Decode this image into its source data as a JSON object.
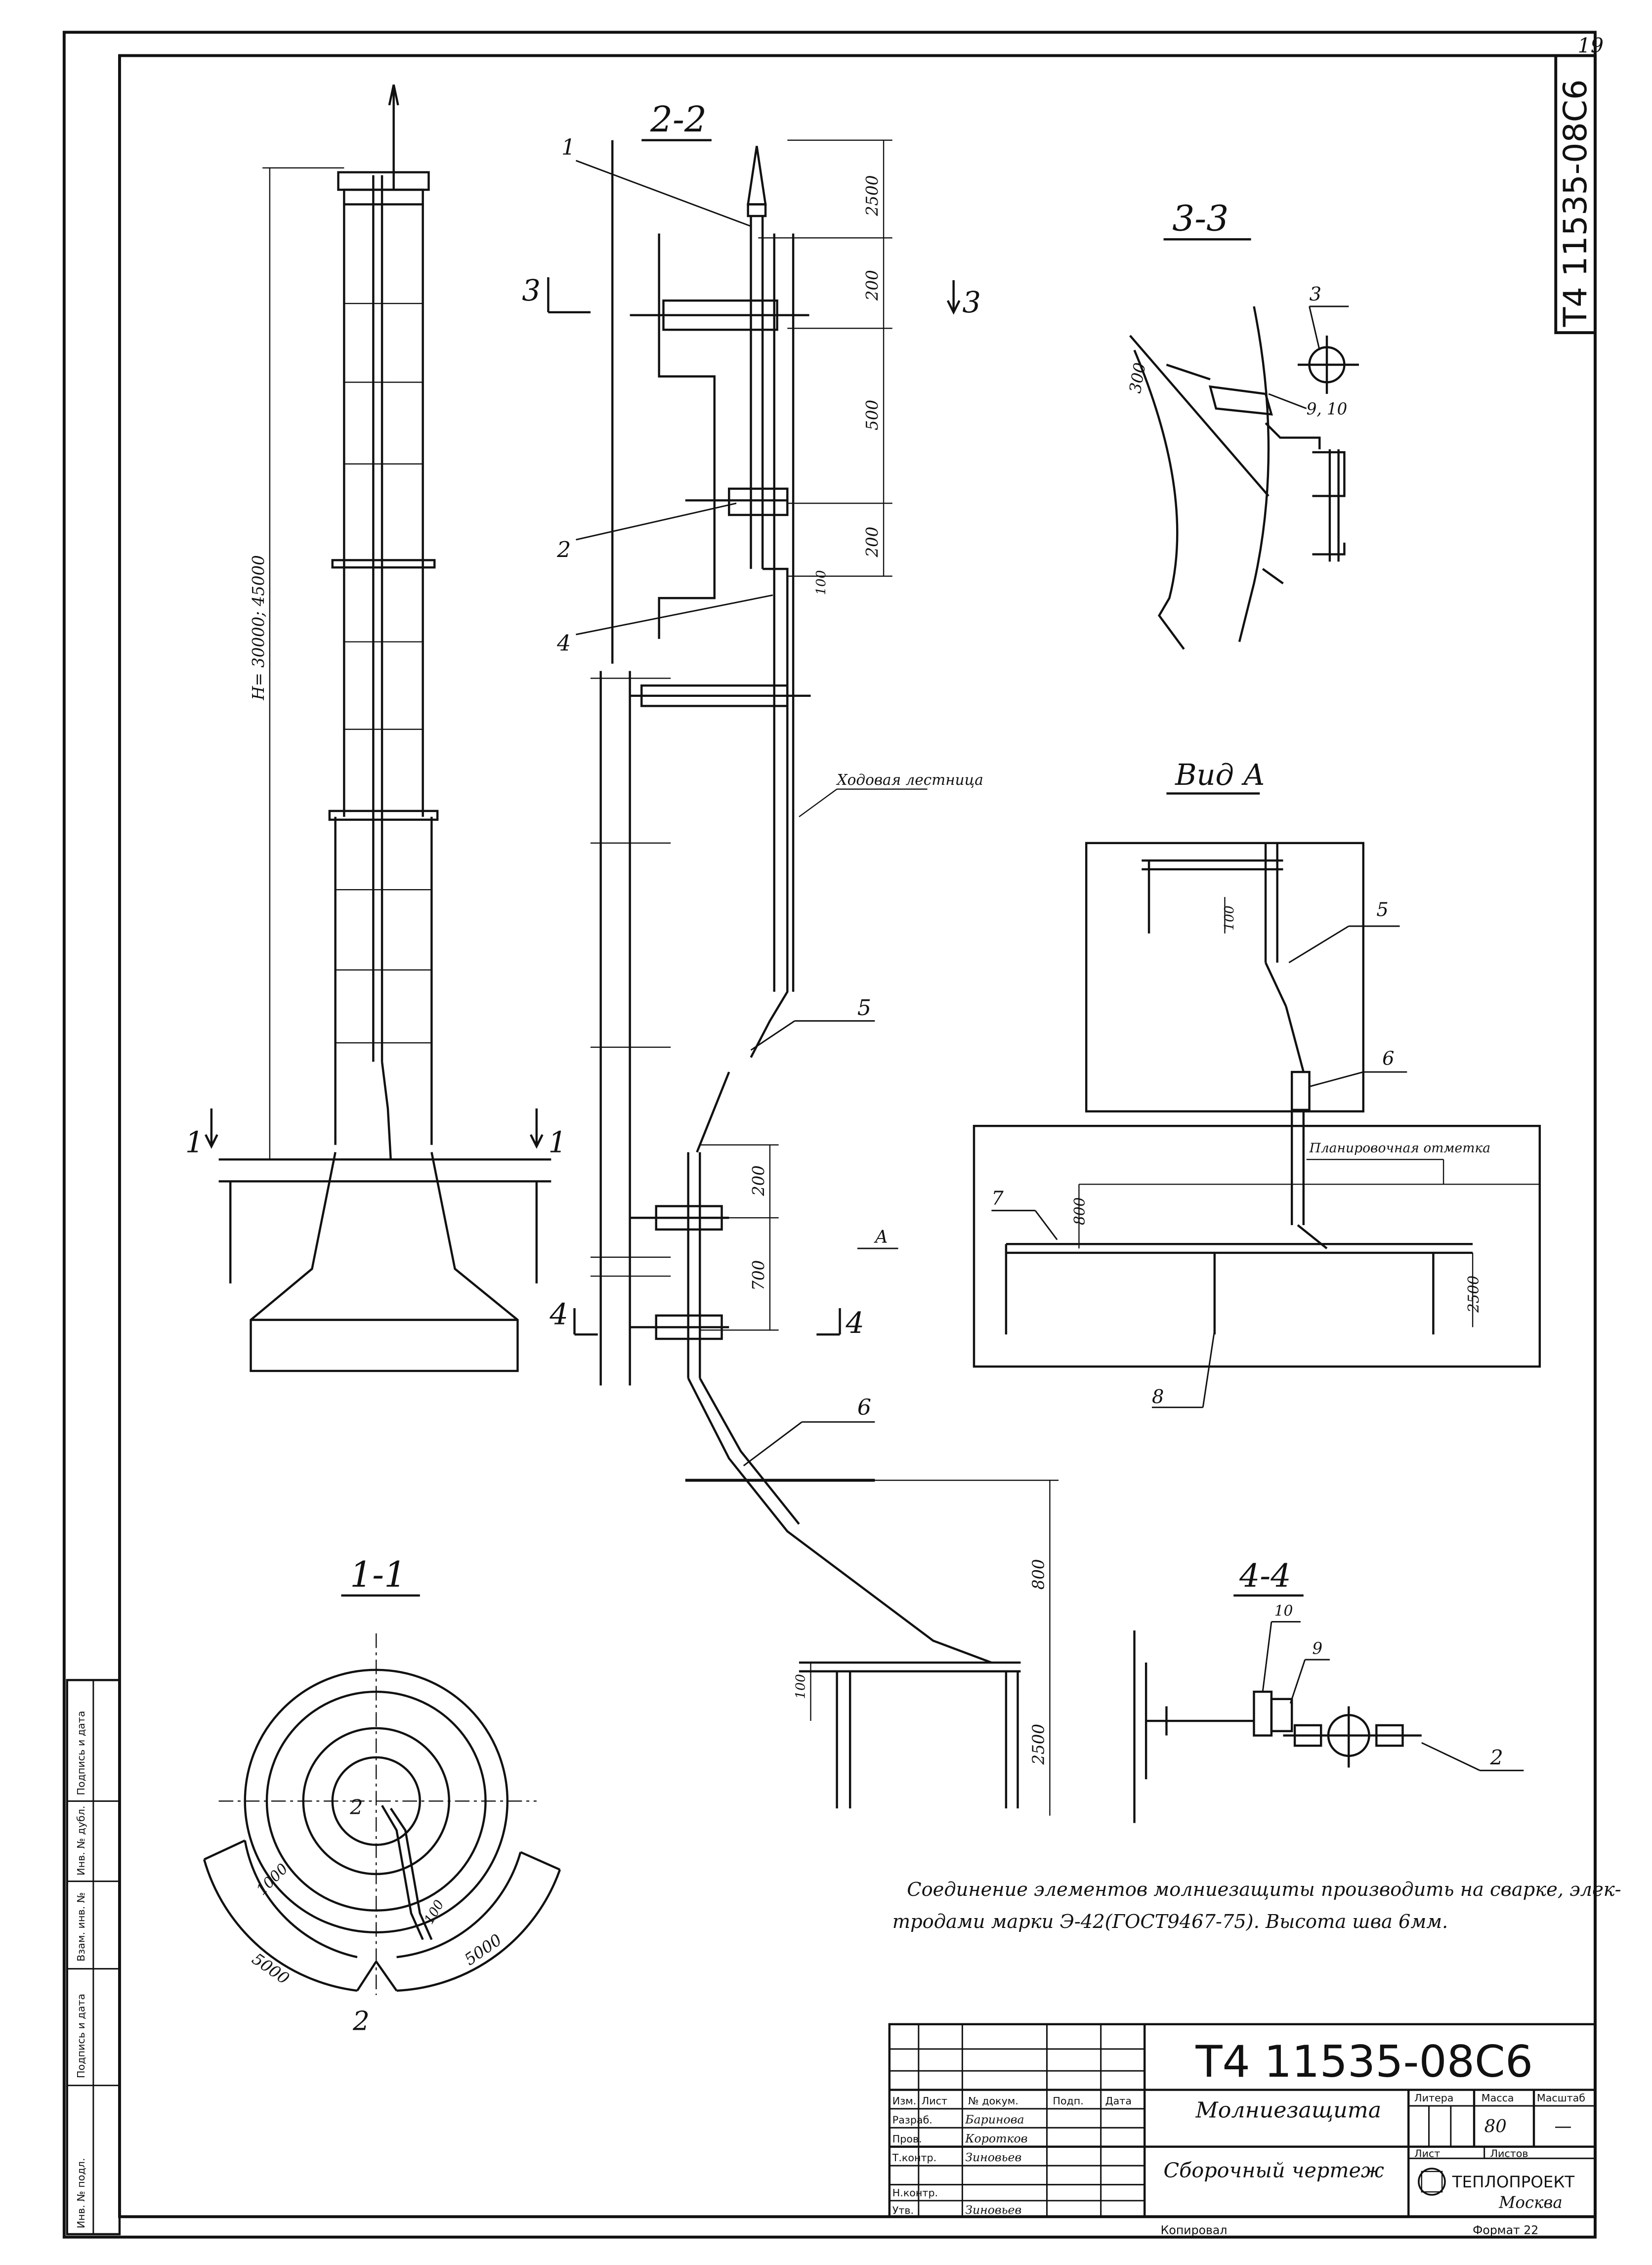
{
  "sheet": {
    "page_number": "19",
    "corner_code": "Т4 11535-08С6",
    "note_line1": "Соединение элементов молниезащиты производить на сварке, элек-",
    "note_line2": "тродами марки Э-42(ГОСТ9467-75). Высота шва 6мм."
  },
  "views": {
    "section_2_2": "2-2",
    "section_3_3": "3-3",
    "section_1_1": "1-1",
    "section_4_4": "4-4",
    "view_a": "Вид А"
  },
  "labels": {
    "height_dim": "Н= 30000; 45000",
    "ladder": "Ходовая лестница",
    "planning_mark": "Планировочная отметка",
    "cut_1": "1",
    "cut_3": "3",
    "cut_4": "4",
    "mark_2": "2",
    "mark_a": "А"
  },
  "dims": {
    "d2500": "2500",
    "d200": "200",
    "d500": "500",
    "d100": "100",
    "d700": "700",
    "d800": "800",
    "d300": "300",
    "d1000": "1000",
    "d5000": "5000"
  },
  "callouts": {
    "n1": "1",
    "n2": "2",
    "n3": "3",
    "n4": "4",
    "n5": "5",
    "n6": "6",
    "n7": "7",
    "n8": "8",
    "n9": "9",
    "n10": "10",
    "n9_10": "9, 10"
  },
  "side_stamp": {
    "col1": "Инв. № подл.",
    "col2": "Подпись и дата",
    "col3": "Взам. инв. №",
    "col4": "Инв. № дубл.",
    "col5": "Подпись и дата"
  },
  "title_block": {
    "code": "Т4 11535-08С6",
    "title": "Молниезащита",
    "subtitle": "Сборочный чертеж",
    "hdr_izm": "Изм.",
    "hdr_list": "Лист",
    "hdr_doc": "№ докум.",
    "hdr_podp": "Подп.",
    "hdr_data": "Дата",
    "r1_role": "Разраб.",
    "r1_name": "Баринова",
    "r2_role": "Пров.",
    "r2_name": "Коротков",
    "r3_role": "Т.контр.",
    "r3_name": "Зиновьев",
    "r4_role": "Н.контр.",
    "r5_role": "Утв.",
    "r5_name": "Зиновьев",
    "litera": "Литера",
    "massa": "Масса",
    "masshtab": "Масштаб",
    "mass_value": "80",
    "scale_value": "—",
    "list": "Лист",
    "listov": "Листов",
    "org": "ТЕПЛОПРОЕКТ",
    "city": "Москва",
    "kopiroval": "Копировал",
    "format": "Формат 22"
  }
}
